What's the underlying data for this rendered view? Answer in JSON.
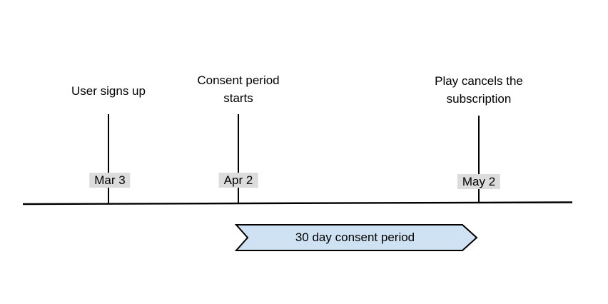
{
  "timeline": {
    "events": [
      {
        "caption_lines": [
          "User signs up"
        ],
        "date": "Mar 3"
      },
      {
        "caption_lines": [
          "Consent period",
          "starts"
        ],
        "date": "Apr 2"
      },
      {
        "caption_lines": [
          "Play cancels the",
          "subscription"
        ],
        "date": "May 2"
      }
    ],
    "banner": {
      "label": "30 day consent period",
      "fill": "#cfe2f3",
      "stroke": "#000000"
    },
    "date_badge_bg": "#dcdcdc",
    "axis_color": "#000000"
  }
}
